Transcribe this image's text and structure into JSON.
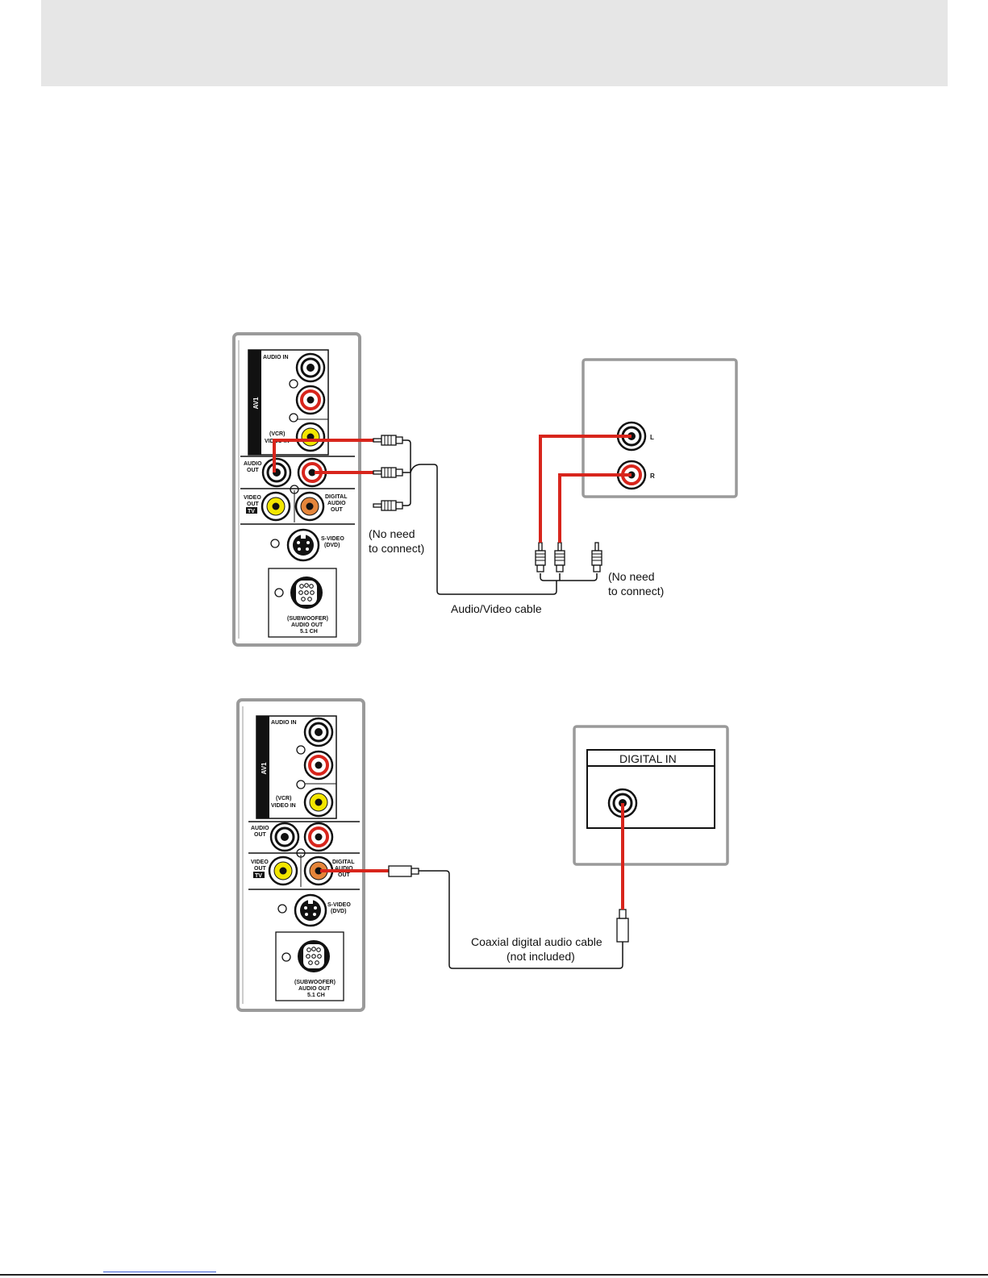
{
  "diagram1": {
    "panel": {
      "av1": "AV1",
      "audio_in": "AUDIO IN",
      "vcr_video_in_1": "(VCR)",
      "vcr_video_in_2": "VIDEO IN",
      "audio_out_1": "AUDIO",
      "audio_out_2": "OUT",
      "video_out_1": "VIDEO",
      "video_out_2": "OUT",
      "tv_badge": "TV",
      "digital_1": "DIGITAL",
      "digital_2": "AUDIO",
      "digital_3": "OUT",
      "svideo_1": "S-VIDEO",
      "svideo_2": "(DVD)",
      "sub_1": "(SUBWOOFER)",
      "sub_2": "AUDIO OUT",
      "sub_3": "5.1 CH"
    },
    "amp": {
      "left": "L",
      "right": "R"
    },
    "note_left_1": "(No need",
    "note_left_2": "to connect)",
    "note_right_1": "(No need",
    "note_right_2": "to connect)",
    "cable_label": "Audio/Video cable"
  },
  "diagram2": {
    "panel": {
      "av1": "AV1",
      "audio_in": "AUDIO IN",
      "vcr_video_in_1": "(VCR)",
      "vcr_video_in_2": "VIDEO IN",
      "audio_out_1": "AUDIO",
      "audio_out_2": "OUT",
      "video_out_1": "VIDEO",
      "video_out_2": "OUT",
      "tv_badge": "TV",
      "digital_1": "DIGITAL",
      "digital_2": "AUDIO",
      "digital_3": "OUT",
      "svideo_1": "S-VIDEO",
      "svideo_2": "(DVD)",
      "sub_1": "(SUBWOOFER)",
      "sub_2": "AUDIO OUT",
      "sub_3": "5.1 CH"
    },
    "digital_in": "DIGITAL IN",
    "cable_label_1": "Coaxial digital audio cable",
    "cable_label_2": "(not included)"
  },
  "colors": {
    "red": "#d8251c",
    "yellow": "#f3e600",
    "orange": "#e5853a",
    "frame": "#9a9a9a",
    "header": "#e6e6e6"
  }
}
